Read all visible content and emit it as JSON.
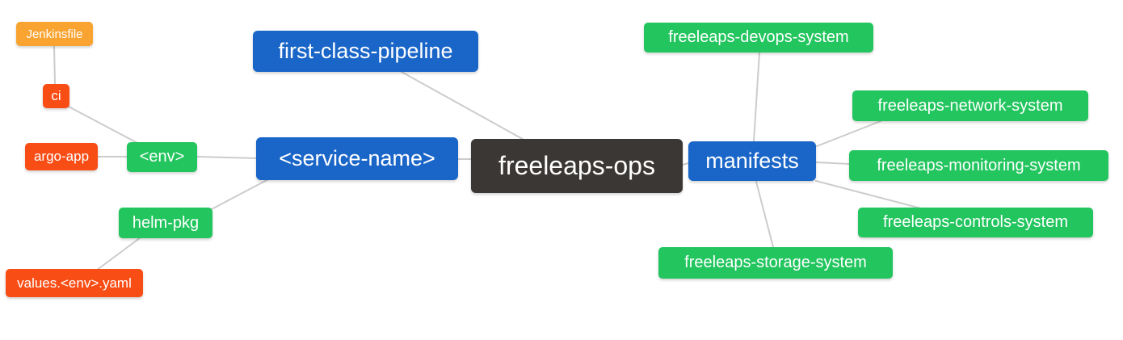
{
  "diagram": {
    "title": "freeleaps-ops repository structure mindmap",
    "background_color": "#ffffff",
    "edge_color": "#cccccc",
    "colors": {
      "root": "#3b3734",
      "level1": "#1a66c8",
      "level2": "#22c55e",
      "level3": "#f94d16",
      "level4": "#f9a331",
      "text": "#ffffff"
    },
    "nodes": [
      {
        "id": "jenkinsfile",
        "label": "Jenkinsfile",
        "level": 4
      },
      {
        "id": "ci",
        "label": "ci",
        "level": 3
      },
      {
        "id": "argo-app",
        "label": "argo-app",
        "level": 3
      },
      {
        "id": "env",
        "label": "<env>",
        "level": 2
      },
      {
        "id": "helm-pkg",
        "label": "helm-pkg",
        "level": 2
      },
      {
        "id": "values-env-yaml",
        "label": "values.<env>.yaml",
        "level": 3
      },
      {
        "id": "first-class-pipeline",
        "label": "first-class-pipeline",
        "level": 1
      },
      {
        "id": "service-name",
        "label": "<service-name>",
        "level": 1
      },
      {
        "id": "freeleaps-ops",
        "label": "freeleaps-ops",
        "level": 0
      },
      {
        "id": "manifests",
        "label": "manifests",
        "level": 1
      },
      {
        "id": "freeleaps-devops-system",
        "label": "freeleaps-devops-system",
        "level": 2
      },
      {
        "id": "freeleaps-network-system",
        "label": "freeleaps-network-system",
        "level": 2
      },
      {
        "id": "freeleaps-monitoring-system",
        "label": "freeleaps-monitoring-system",
        "level": 2
      },
      {
        "id": "freeleaps-controls-system",
        "label": "freeleaps-controls-system",
        "level": 2
      },
      {
        "id": "freeleaps-storage-system",
        "label": "freeleaps-storage-system",
        "level": 2
      }
    ],
    "edges": [
      {
        "from": "jenkinsfile",
        "to": "ci"
      },
      {
        "from": "ci",
        "to": "env"
      },
      {
        "from": "argo-app",
        "to": "env"
      },
      {
        "from": "env",
        "to": "service-name"
      },
      {
        "from": "helm-pkg",
        "to": "service-name"
      },
      {
        "from": "helm-pkg",
        "to": "values-env-yaml"
      },
      {
        "from": "first-class-pipeline",
        "to": "freeleaps-ops"
      },
      {
        "from": "service-name",
        "to": "freeleaps-ops"
      },
      {
        "from": "freeleaps-ops",
        "to": "manifests"
      },
      {
        "from": "manifests",
        "to": "freeleaps-devops-system"
      },
      {
        "from": "manifests",
        "to": "freeleaps-network-system"
      },
      {
        "from": "manifests",
        "to": "freeleaps-monitoring-system"
      },
      {
        "from": "manifests",
        "to": "freeleaps-controls-system"
      },
      {
        "from": "manifests",
        "to": "freeleaps-storage-system"
      }
    ]
  }
}
